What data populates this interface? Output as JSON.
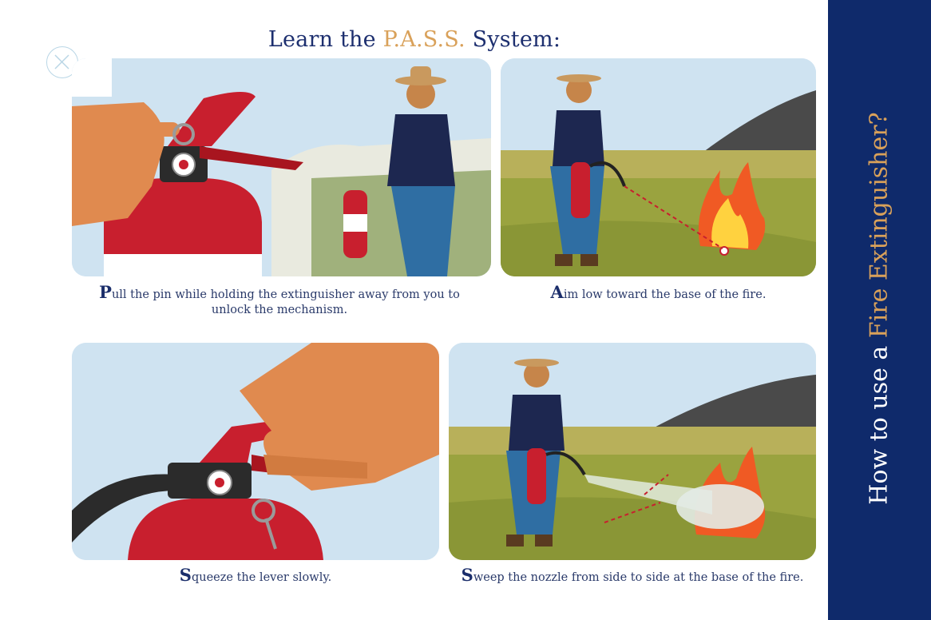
{
  "header": {
    "prefix": "Learn the",
    "highlight": "P.A.S.S.",
    "suffix": "System:"
  },
  "sidebar": {
    "prefix": "How to use a",
    "highlight": "Fire Extinguisher?"
  },
  "steps": [
    {
      "letter": "P",
      "text": "ull the pin while holding the extinguisher away from you to unlock the mechanism."
    },
    {
      "letter": "A",
      "text": "im low toward the base of the fire."
    },
    {
      "letter": "S",
      "text": "queeze the lever slowly."
    },
    {
      "letter": "S",
      "text": "weep the nozzle from side to side at the base of the fire."
    }
  ],
  "icons": [
    "close-icon"
  ],
  "colors": {
    "navy": "#0f2a6b",
    "accent": "#d9a15a",
    "extinguisher_red": "#c81f2e"
  }
}
